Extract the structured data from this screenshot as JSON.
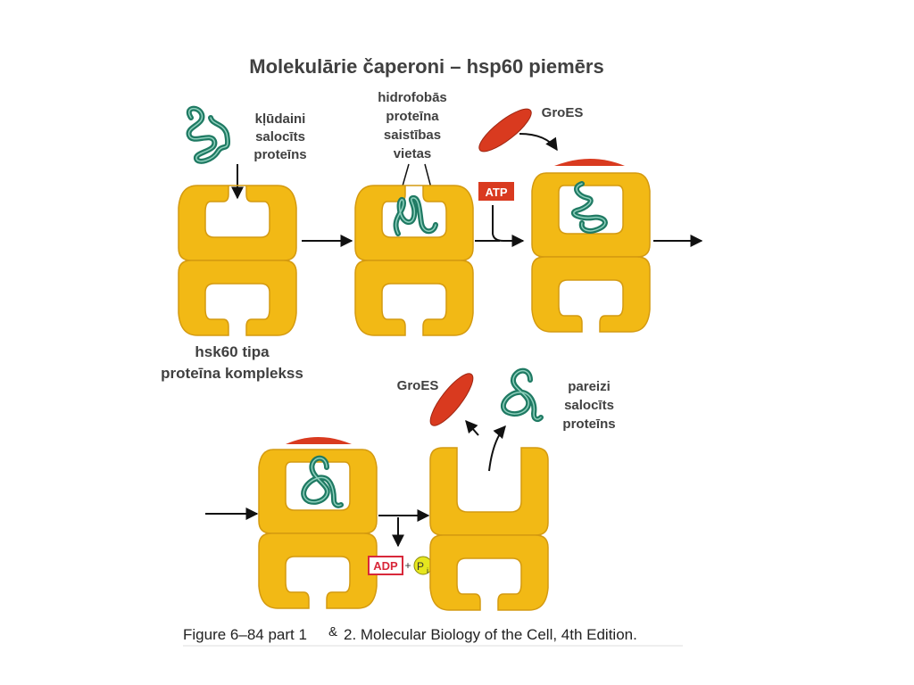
{
  "title": "Molekulārie čaperoni – hsp60 piemērs",
  "labels": {
    "misfolded": [
      "kļūdaini",
      "salocīts",
      "proteīns"
    ],
    "hydrophobic": [
      "hidrofobās",
      "proteīna",
      "saistības",
      "vietas"
    ],
    "groes_top": "GroES",
    "complex": [
      "hsk60 tipa",
      "proteīna komplekss"
    ],
    "groes_bottom": "GroES",
    "folded": [
      "pareizi",
      "salocīts",
      "proteīns"
    ]
  },
  "badges": {
    "atp": "ATP",
    "adp": "ADP",
    "plus": "+",
    "pi_p": "P",
    "pi_i": "i"
  },
  "caption": {
    "part_a": "Figure 6–84 part 1",
    "amp": "&",
    "part_b": "2. Molecular Biology of the Cell, 4th Edition."
  },
  "colors": {
    "chaperonin": "#F2B915",
    "chaperonin_outline": "#D49A10",
    "groes_cap": "#D93A1F",
    "protein": "#1F7A63",
    "atp_badge": "#D93A1F",
    "adp_border": "#D8283A",
    "pi_circle": "#E6E61E"
  }
}
